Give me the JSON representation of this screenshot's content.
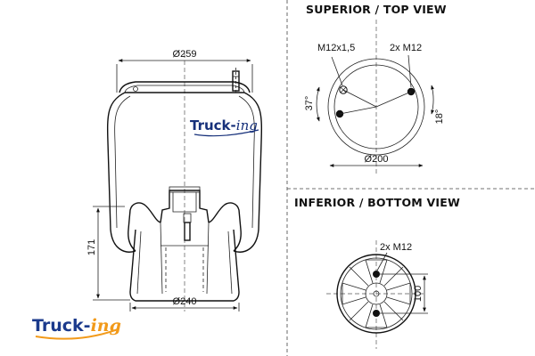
{
  "views": {
    "top_title": "SUPERIOR / TOP VIEW",
    "bottom_title": "INFERIOR / BOTTOM VIEW"
  },
  "side_view": {
    "top_diameter": "Ø259",
    "bottom_diameter": "Ø240",
    "height": "171",
    "brand_part1": "Truck-",
    "brand_part2": "ing"
  },
  "top_view": {
    "bolt_left": "M12x1,5",
    "bolt_right": "2x M12",
    "angle_left": "37°",
    "angle_right": "18°",
    "circle_diameter": "Ø200"
  },
  "bottom_view": {
    "bolts": "2x M12",
    "distance": "100"
  },
  "logo": {
    "part1": "Truck-",
    "part2": "ing",
    "accent_color": "#f29a1a",
    "brand_color": "#1b3a8c"
  }
}
